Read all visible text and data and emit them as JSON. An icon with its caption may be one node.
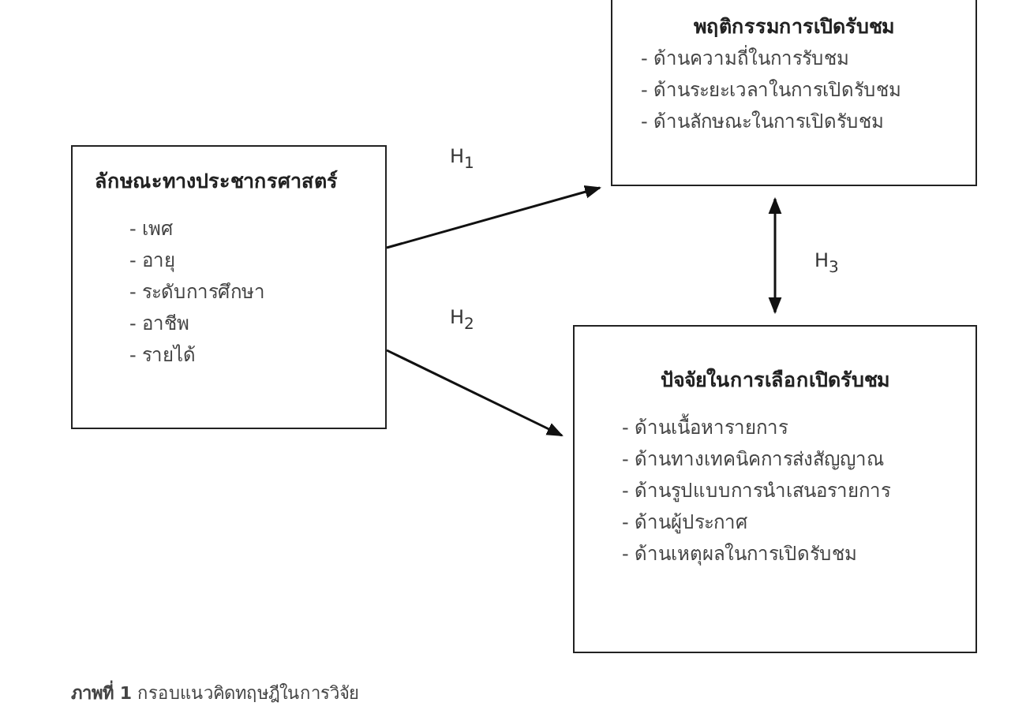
{
  "diagram": {
    "caption": "**ภาพที่ 1** กรอบแนวคิดทฤษฎีในการวิจัย",
    "nodes": [
      {
        "text": [
          "พฤติกรรมการเปิดรับชม",
          "- ด้านความถี่ในการรับชม",
          "- ด้านระยะเวลาในการเปิดรับชม",
          "- ด้านลักษณะในการเปิดรับชม"
        ]
      },
      {
        "text": [
          "ลักษณะทางประชากรศาสตร์",
          "- เพศ",
          "- อายุ",
          "- ระดับการศึกษา",
          "- อาชีพ",
          "- รายได้"
        ]
      },
      {
        "text": [
          "ปัจจัยในการเลือกเปิดรับชม",
          "- ด้านเนื้อหารายการ",
          "- ด้านทางเทคนิคการส่งสัญญาณ",
          "- ด้านรูปแบบการนำเสนอรายการ",
          "- ด้านผู้ประกาศ",
          "- ด้านเหตุผลในการเปิดรับชม"
        ]
      }
    ],
    "edges": [
      {
        "from": 1,
        "to": 0,
        "arrow": "to",
        "label": "H$_{1}$"
      },
      {
        "from": 1,
        "to": 2,
        "arrow": "to",
        "label": "H$_{2}$"
      },
      {
        "from": 0,
        "to": 2,
        "arrow": "both",
        "label": "H$_{3}$"
      }
    ]
  }
}
